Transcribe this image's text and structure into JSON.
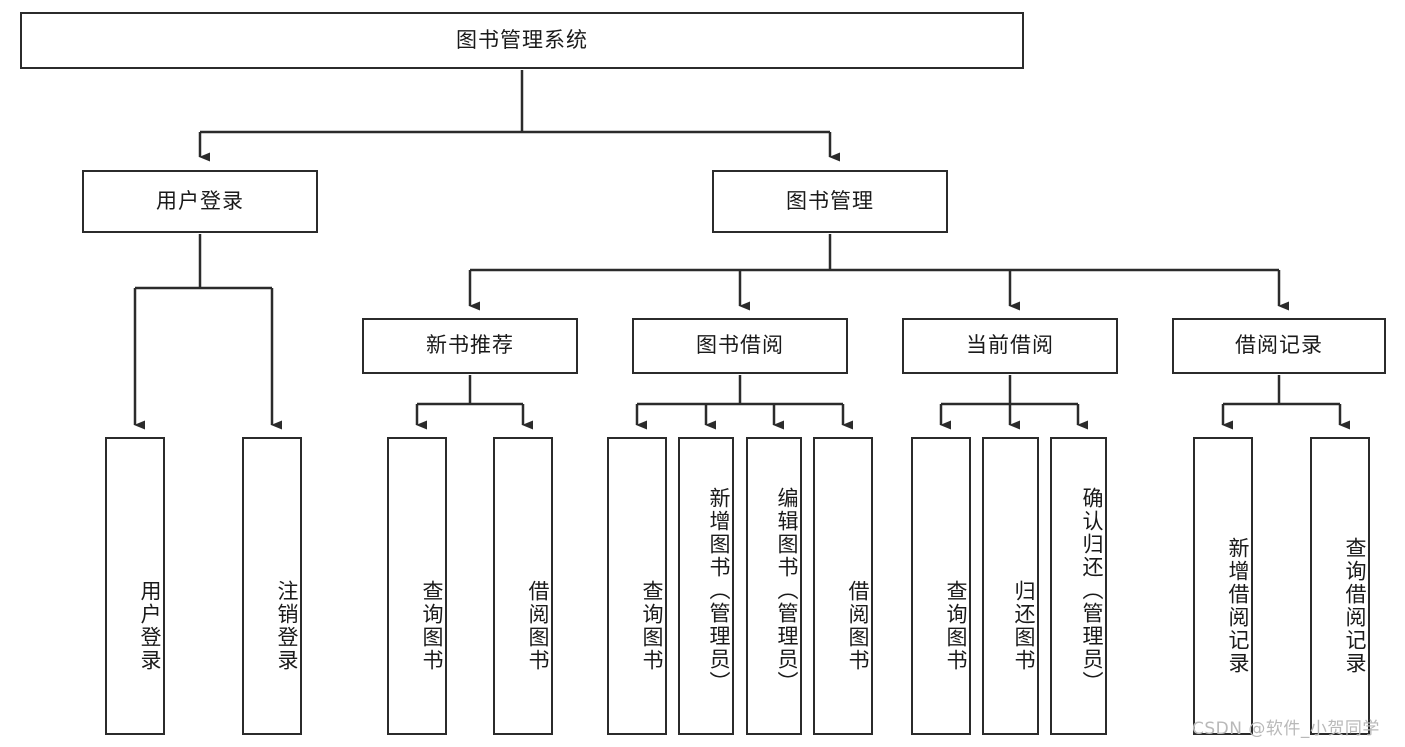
{
  "diagram": {
    "type": "tree",
    "title": "图书管理系统",
    "orientation": "top-down",
    "edge_color": "#2b2b2b",
    "node_border_color": "#2b2b2b",
    "node_fill_color": "#ffffff",
    "text_color": "#1a1a1a"
  },
  "root": {
    "label": "图书管理系统"
  },
  "level2": [
    {
      "label": "用户登录"
    },
    {
      "label": "图书管理"
    }
  ],
  "level3": [
    {
      "label": "新书推荐"
    },
    {
      "label": "图书借阅"
    },
    {
      "label": "当前借阅"
    },
    {
      "label": "借阅记录"
    }
  ],
  "leaves": {
    "user_login": [
      {
        "label": "用户登录"
      },
      {
        "label": "注销登录"
      }
    ],
    "new_book_recommend": [
      {
        "label": "查询图书"
      },
      {
        "label": "借阅图书"
      }
    ],
    "book_borrow": [
      {
        "label": "查询图书"
      },
      {
        "label": "新增图书（管理员）"
      },
      {
        "label": "编辑图书（管理员）"
      },
      {
        "label": "借阅图书"
      }
    ],
    "current_borrow": [
      {
        "label": "查询图书"
      },
      {
        "label": "归还图书"
      },
      {
        "label": "确认归还（管理员）"
      }
    ],
    "borrow_record": [
      {
        "label": "新增借阅记录"
      },
      {
        "label": "查询借阅记录"
      }
    ]
  },
  "watermark": {
    "text": "CSDN @软件_小贺同学"
  }
}
